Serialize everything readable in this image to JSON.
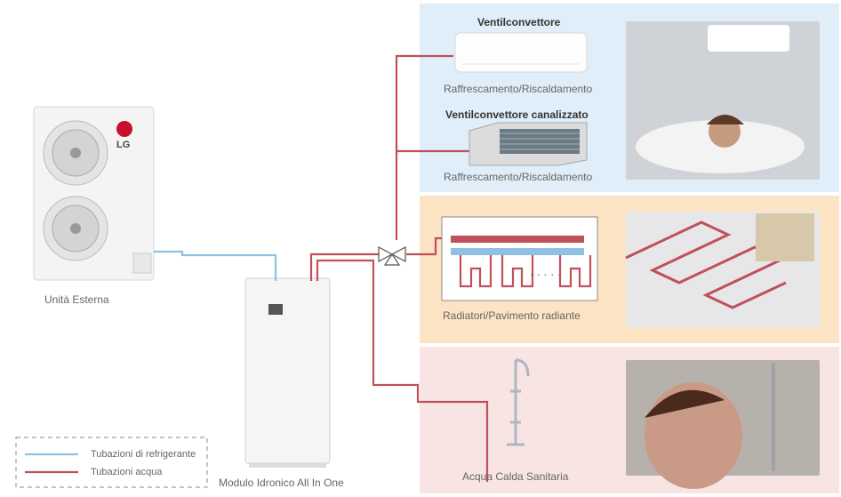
{
  "outdoor_unit": {
    "label": "Unità Esterna",
    "brand": "LG"
  },
  "indoor_module": {
    "label": "Modulo Idronico All In One"
  },
  "fan_coil": {
    "title": "Ventilconvettore",
    "caption": "Raffrescamento/Riscaldamento"
  },
  "ducted_fan_coil": {
    "title": "Ventilconvettore canalizzato",
    "caption": "Raffrescamento/Riscaldamento"
  },
  "radiant": {
    "caption": "Radiatori/Pavimento radiante"
  },
  "hot_water": {
    "caption": "Acqua Calda Sanitaria"
  },
  "legend": {
    "refrigerant_label": "Tubazioni di refrigerante",
    "water_label": "Tubazioni acqua"
  },
  "colors": {
    "refrigerant": "#8fc1e3",
    "water": "#c0505a",
    "panel_blue": "#dfeef8",
    "panel_orange": "#fce3c3",
    "panel_pink": "#f9e4e4"
  }
}
